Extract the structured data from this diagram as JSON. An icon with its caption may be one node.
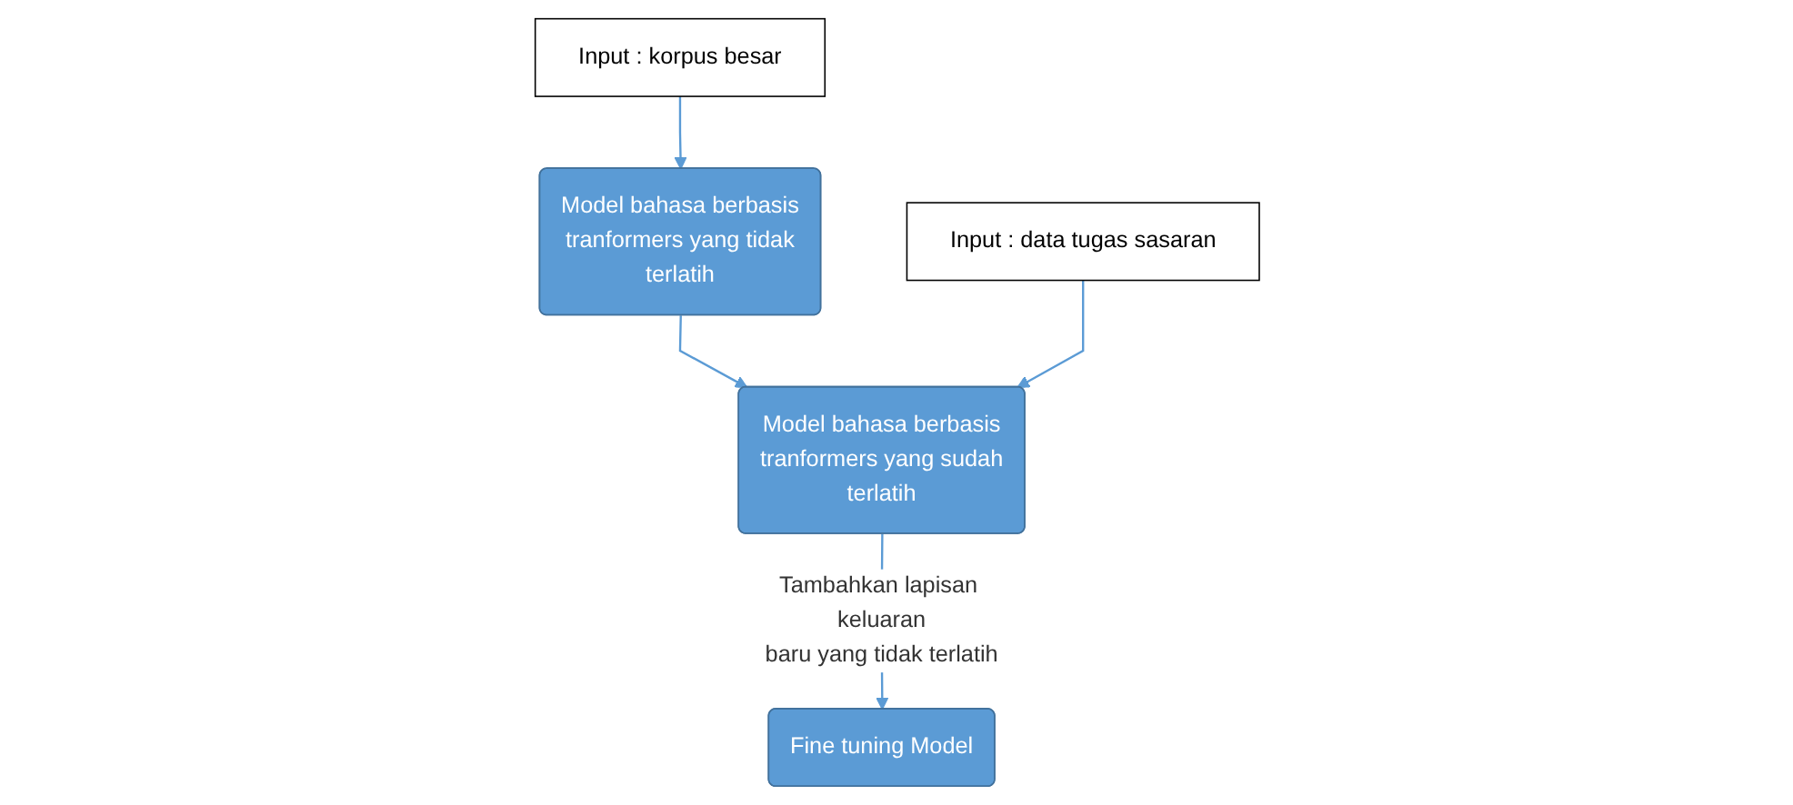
{
  "diagram": {
    "nodes": [
      {
        "text": [
          "Input : korpus besar"
        ]
      },
      {
        "text": [
          "Model bahasa berbasis tranformers yang tidak terlatih"
        ]
      },
      {
        "text": [
          "Input : data tugas sasaran"
        ]
      },
      {
        "text": [
          "Model bahasa berbasis tranformers yang sudah terlatih"
        ]
      },
      {
        "text": [
          "Fine tuning Model"
        ]
      }
    ],
    "edges": [
      {
        "from": 0,
        "to": 1,
        "arrow": "to"
      },
      {
        "from": 1,
        "to": 3,
        "arrow": "to"
      },
      {
        "from": 2,
        "to": 3,
        "arrow": "to"
      },
      {
        "from": 3,
        "to": 4,
        "arrow": "to",
        "label": "Tambahkan lapisan keluaran baru yang tidak terlatih"
      }
    ]
  }
}
